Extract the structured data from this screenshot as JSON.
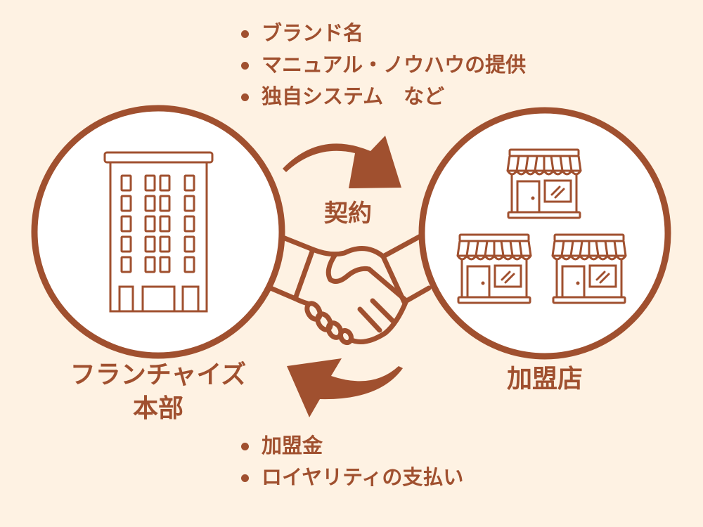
{
  "colors": {
    "background": "#FEF2E3",
    "accent": "#A0502F",
    "circle_fill": "#FFFFFF"
  },
  "top_list": {
    "items": [
      "ブランド名",
      "マニュアル・ノウハウの提供",
      "独自システム　など"
    ]
  },
  "bottom_list": {
    "items": [
      "加盟金",
      "ロイヤリティの支払い"
    ]
  },
  "center": {
    "contract_label": "契約"
  },
  "left_node": {
    "label_line1": "フランチャイズ",
    "label_line2": "本部",
    "icon": "office-building-icon"
  },
  "right_node": {
    "label": "加盟店",
    "icon": "storefront-icon",
    "store_count": 3
  },
  "arrows": {
    "top": "arrow-right-curved-icon",
    "bottom": "arrow-left-curved-icon"
  },
  "handshake_icon": "handshake-icon"
}
